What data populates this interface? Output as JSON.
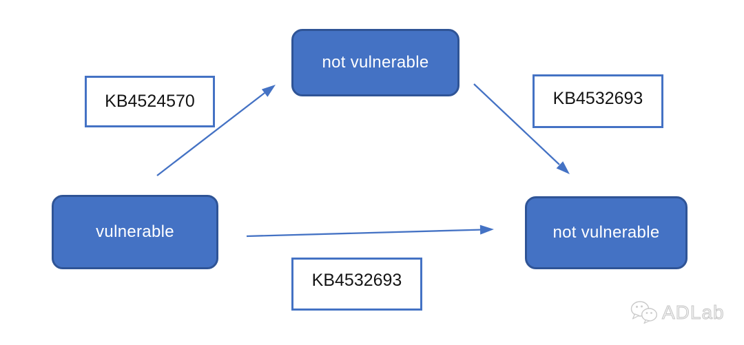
{
  "diagram": {
    "nodes": {
      "top": {
        "label": "not vulnerable"
      },
      "left": {
        "label": "vulnerable"
      },
      "right": {
        "label": "not vulnerable"
      }
    },
    "edges": [
      {
        "from": "vulnerable",
        "to": "not vulnerable (top)",
        "label": "KB4524570"
      },
      {
        "from": "not vulnerable (top)",
        "to": "not vulnerable (right)",
        "label": "KB4532693"
      },
      {
        "from": "vulnerable",
        "to": "not vulnerable (right)",
        "label": "KB4532693"
      }
    ],
    "colors": {
      "node_fill": "#4472C4",
      "node_border": "#2F5496",
      "node_text": "#FFFFFF",
      "label_border": "#4472C4",
      "label_background": "#FFFFFF",
      "label_text": "#141414",
      "arrow": "#4472C4",
      "watermark": "#C6C6C6"
    },
    "watermark": {
      "icon": "wechat-icon",
      "text": "ADLab"
    }
  }
}
